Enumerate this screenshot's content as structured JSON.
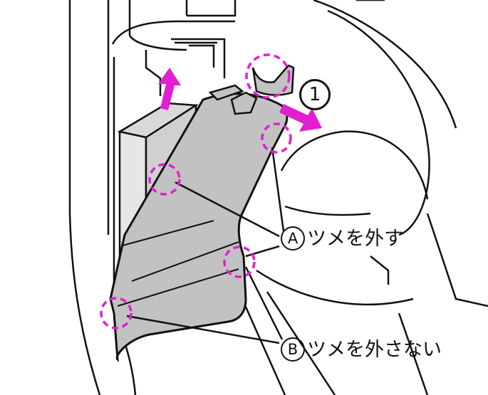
{
  "labels": {
    "a": {
      "marker": "A",
      "text": "ツメを外す"
    },
    "b": {
      "marker": "B",
      "text": "ツメを外さない"
    },
    "step": "1"
  },
  "colors": {
    "panel": "#c2c2c2",
    "highlight_circle": "#e020d0",
    "arrow": "#e020d0",
    "line": "#111111"
  }
}
